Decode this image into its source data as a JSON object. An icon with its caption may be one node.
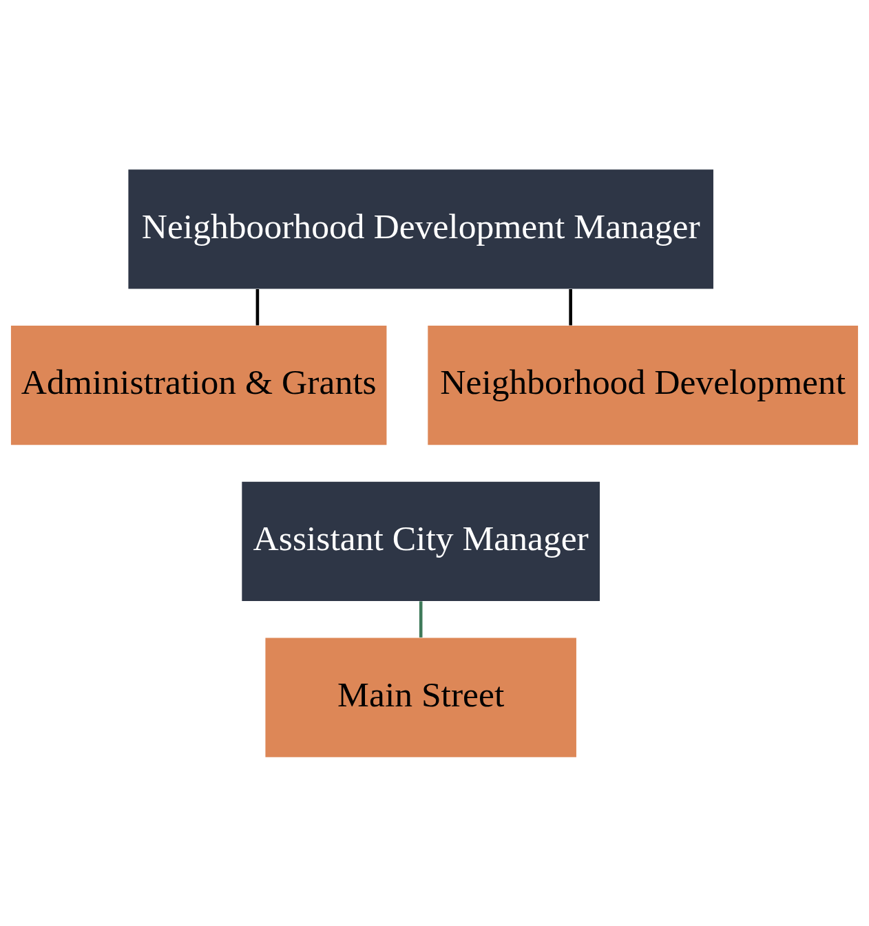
{
  "diagram": {
    "nodes": [
      {
        "text": [
          "Neighboorhood Development Manager"
        ]
      },
      {
        "text": [
          "Administration & Grants"
        ]
      },
      {
        "text": [
          "Neighborhood Development"
        ]
      },
      {
        "text": [
          "Assistant City Manager"
        ]
      },
      {
        "text": [
          "Main Street"
        ]
      }
    ],
    "edges": [
      {
        "from": 0,
        "to": 1,
        "arrow": "none"
      },
      {
        "from": 0,
        "to": 2,
        "arrow": "none"
      },
      {
        "from": 3,
        "to": 4,
        "arrow": "none",
        "color": "#3f7a5a"
      }
    ]
  }
}
